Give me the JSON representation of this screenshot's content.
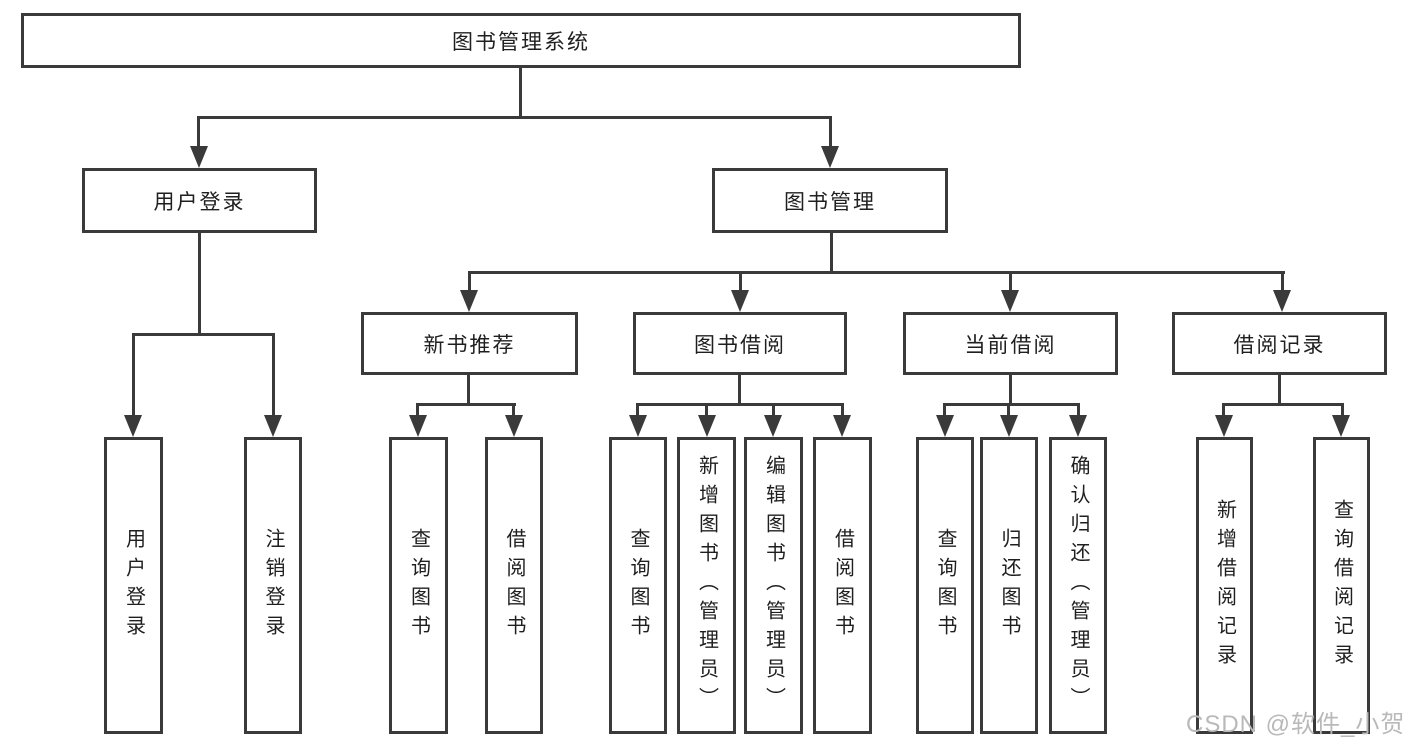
{
  "colors": {
    "line": "#3a3a3a",
    "text": "#1f1f1f",
    "watermark": "#b9b9b9",
    "bg": "#ffffff"
  },
  "watermark": {
    "text": "CSDN @软件_小贺同学"
  },
  "tree": {
    "label": "图书管理系统",
    "children": [
      {
        "label": "用户登录",
        "children": [
          {
            "label": "用户登录"
          },
          {
            "label": "注销登录"
          }
        ]
      },
      {
        "label": "图书管理",
        "children": [
          {
            "label": "新书推荐",
            "children": [
              {
                "label": "查询图书"
              },
              {
                "label": "借阅图书"
              }
            ]
          },
          {
            "label": "图书借阅",
            "children": [
              {
                "label": "查询图书"
              },
              {
                "label": "新增图书（管理员）"
              },
              {
                "label": "编辑图书（管理员）"
              },
              {
                "label": "借阅图书"
              }
            ]
          },
          {
            "label": "当前借阅",
            "children": [
              {
                "label": "查询图书"
              },
              {
                "label": "归还图书"
              },
              {
                "label": "确认归还（管理员）"
              }
            ]
          },
          {
            "label": "借阅记录",
            "children": [
              {
                "label": "新增借阅记录"
              },
              {
                "label": "查询借阅记录"
              }
            ]
          }
        ]
      }
    ]
  }
}
